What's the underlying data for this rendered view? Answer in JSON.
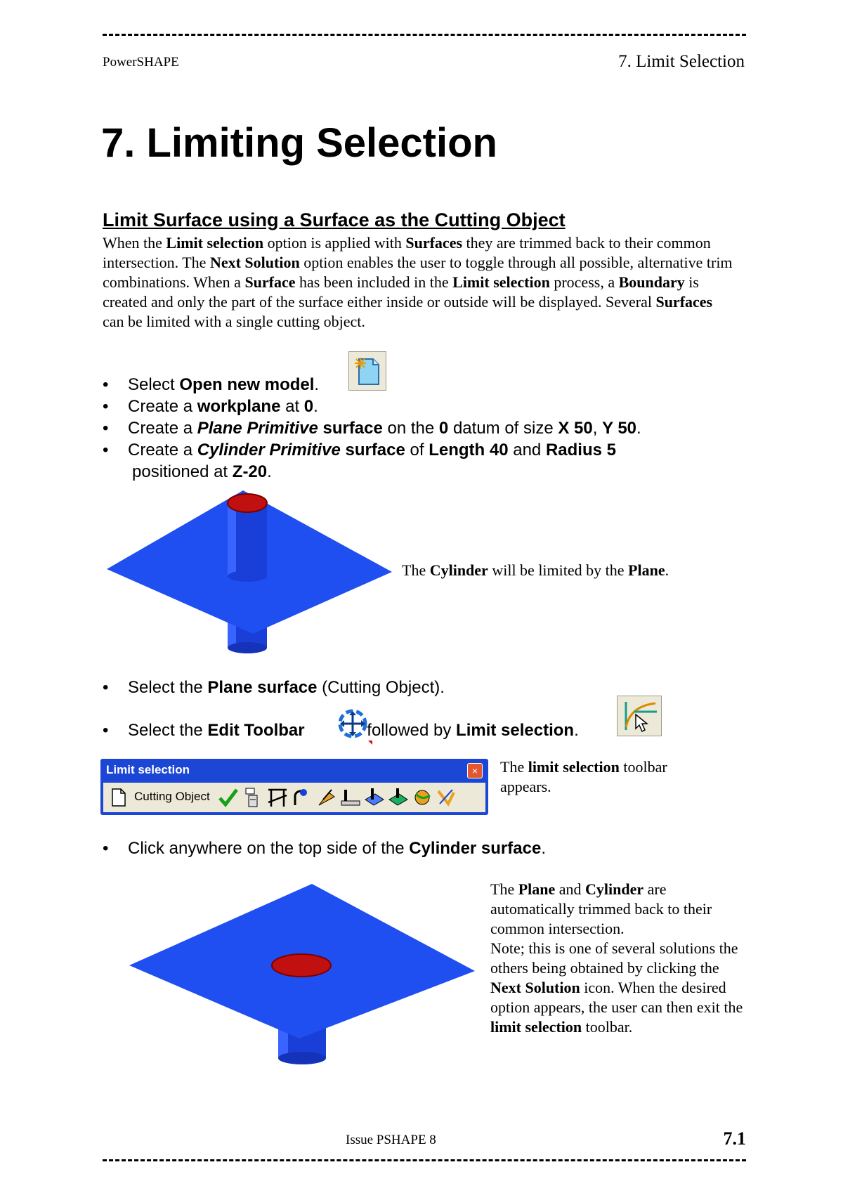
{
  "header": {
    "left": "PowerSHAPE",
    "right": "7. Limit Selection"
  },
  "title": "7. Limiting Selection",
  "section": {
    "heading": "Limit Surface using a Surface as the Cutting Object"
  },
  "intro": {
    "t1": "When the ",
    "b1": "Limit selection",
    "t2": " option is applied with ",
    "b2": "Surfaces",
    "t3": " they are trimmed back to their common intersection. The ",
    "b3": "Next Solution",
    "t4": " option enables the user to toggle through all possible, alternative trim combinations. When a ",
    "b4": "Surface",
    "t5": " has been included in the ",
    "b5": "Limit selection",
    "t6": " process, a ",
    "b6": "Boundary",
    "t7": " is created and only the part of the surface either inside or outside will be displayed. Several ",
    "b7": "Surfaces",
    "t8": " can be limited with a single cutting object."
  },
  "steps1": {
    "s1": {
      "t1": "Select ",
      "b1": "Open new model",
      "t2": "."
    },
    "s2": {
      "t1": "Create a ",
      "b1": "workplane",
      "t2": " at ",
      "b2": "0",
      "t3": "."
    },
    "s3": {
      "t1": "Create a ",
      "bi1": "Plane Primitive",
      "b1": " surface",
      "t2": " on the ",
      "b2": "0",
      "t3": " datum of size ",
      "b3": "X 50",
      "t4": ", ",
      "b4": "Y 50",
      "t5": "."
    },
    "s4": {
      "t1": "Create a ",
      "bi1": "Cylinder Primitive",
      "b1": " surface",
      "t2": " of ",
      "b2": "Length 40",
      "t3": " and ",
      "b3": "Radius 5",
      "t4": "positioned at ",
      "b4": "Z-20",
      "t5": "."
    }
  },
  "caption1": {
    "t1": "The ",
    "b1": "Cylinder",
    "t2": " will be limited by the ",
    "b2": "Plane",
    "t3": "."
  },
  "steps2": {
    "s1": {
      "t1": "Select the ",
      "b1": "Plane surface",
      "t2": " (Cutting Object)."
    },
    "s2": {
      "t1": "Select the ",
      "b1": "Edit Toolbar",
      "t2": " followed by ",
      "b2": "Limit selection",
      "t3": "."
    }
  },
  "toolbar": {
    "title": "Limit selection",
    "close": "×",
    "label": "Cutting Object"
  },
  "caption2": {
    "t1": "The ",
    "b1": "limit selection",
    "t2": " toolbar appears."
  },
  "steps3": {
    "s1": {
      "t1": "Click anywhere on the top side of the ",
      "b1": "Cylinder surface",
      "t2": "."
    }
  },
  "caption3": {
    "t1": "The ",
    "b1": "Plane",
    "t2": " and ",
    "b2": "Cylinder",
    "t3": " are automatically trimmed back to their common intersection.",
    "t4": "Note; this is one of several solutions the others being obtained by clicking the ",
    "b3": "Next Solution",
    "t5": " icon. When the desired option appears, the user can then exit the ",
    "b4": "limit selection",
    "t6": " toolbar."
  },
  "footer": {
    "issue": "Issue PSHAPE 8",
    "page": "7.1"
  },
  "colors": {
    "surface_blue": "#1f4ff0",
    "cut_red": "#c01010",
    "toolbar_blue": "#1c47d6"
  },
  "icons": [
    "open-new-model-icon",
    "edit-toolbar-icon",
    "limit-selection-icon"
  ]
}
